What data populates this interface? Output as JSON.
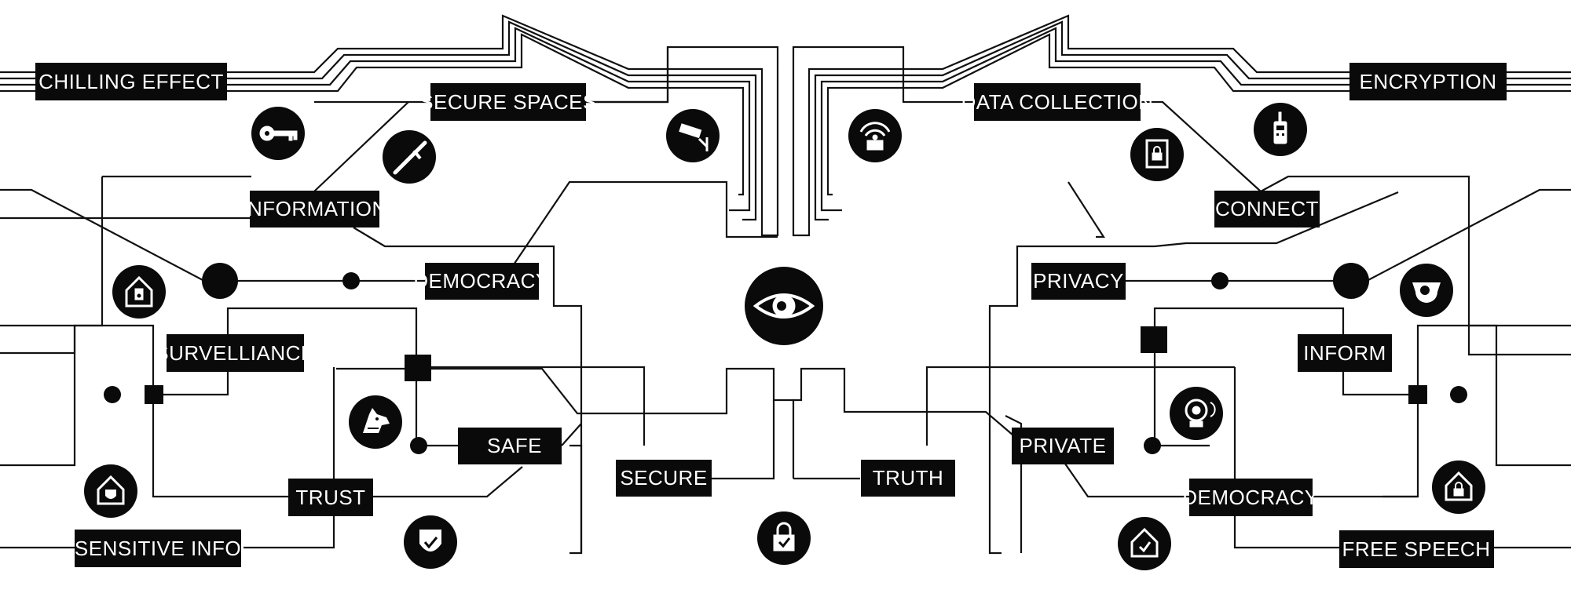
{
  "colors": {
    "background": "#ffffff",
    "ink": "#0a0a0a",
    "label_text": "#ffffff"
  },
  "labels": {
    "chilling_effect": "CHILLING EFFECT",
    "secure_spaces": "SECURE SPACES",
    "data_collection": "DATA COLLECTION",
    "encryption": "ENCRYPTION",
    "information": "INFORMATION",
    "connect": "CONNECT",
    "democracy_left": "DEMOCRACY",
    "privacy": "PRIVACY",
    "survelliance": "SURVELLIANCE",
    "inform": "INFORM",
    "safe": "SAFE",
    "private": "PRIVATE",
    "secure": "SECURE",
    "truth": "TRUTH",
    "trust": "TRUST",
    "democracy_right": "DEMOCRACY",
    "sensitive_info": "SENSITIVE INFO",
    "free_speech": "FREE SPEECH"
  },
  "icons": {
    "key": "key-icon",
    "baton": "baton-icon",
    "cctv_left": "cctv-camera-icon",
    "signal_tower": "signal-tower-icon",
    "safe_box": "safe-lock-icon",
    "walkie_talkie": "walkie-talkie-icon",
    "house_alarm": "house-alarm-icon",
    "eye": "eye-icon",
    "dome_camera": "dome-camera-icon",
    "guard_dog": "guard-dog-icon",
    "alarm_bell": "alarm-bell-icon",
    "shield_house": "shield-house-icon",
    "shield_check": "shield-check-icon",
    "padlock_check": "padlock-check-icon",
    "house_check": "house-check-icon",
    "house_lock": "house-lock-icon"
  }
}
